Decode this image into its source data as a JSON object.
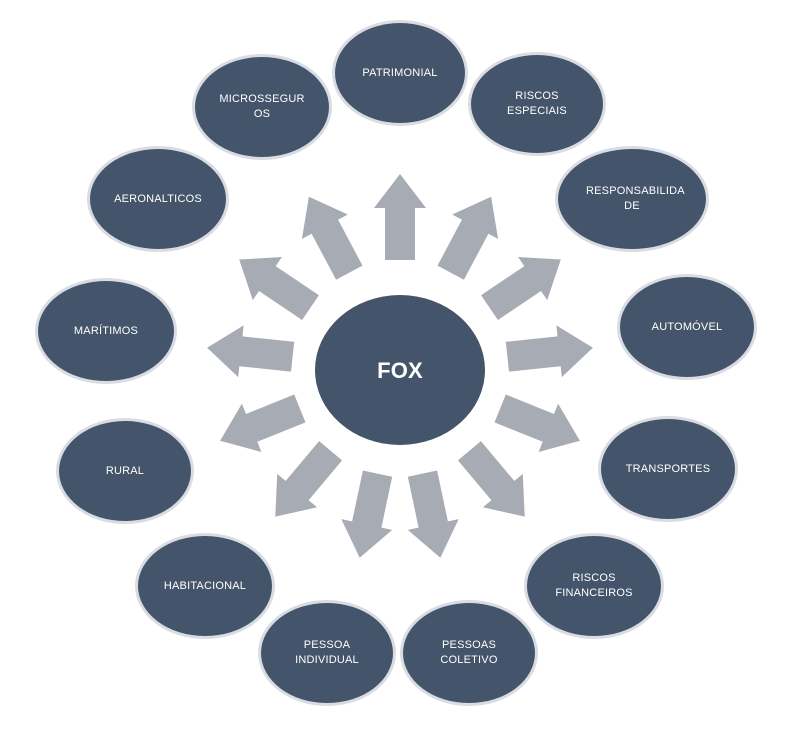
{
  "colors": {
    "node_fill": "#44546a",
    "node_text": "#ffffff",
    "arrow_fill": "#a7abb3",
    "background": "#ffffff"
  },
  "center": {
    "label": "FOX"
  },
  "nodes": [
    {
      "id": "patrimonial",
      "label": "PATRIMONIAL"
    },
    {
      "id": "riscos-especiais",
      "label": "RISCOS\nESPECIAIS"
    },
    {
      "id": "responsabilidade",
      "label": "RESPONSABILIDA\nDE"
    },
    {
      "id": "automovel",
      "label": "AUTOMÓVEL"
    },
    {
      "id": "transportes",
      "label": "TRANSPORTES"
    },
    {
      "id": "riscos-financeiros",
      "label": "RISCOS\nFINANCEIROS"
    },
    {
      "id": "pessoas-coletivo",
      "label": "PESSOAS\nCOLETIVO"
    },
    {
      "id": "pessoa-individual",
      "label": "PESSOA\nINDIVIDUAL"
    },
    {
      "id": "habitacional",
      "label": "HABITACIONAL"
    },
    {
      "id": "rural",
      "label": "RURAL"
    },
    {
      "id": "maritimos",
      "label": "MARÍTIMOS"
    },
    {
      "id": "aeronalticos",
      "label": "AERONALTICOS"
    },
    {
      "id": "microsseguros",
      "label": "MICROSSEGUR\nOS"
    }
  ]
}
